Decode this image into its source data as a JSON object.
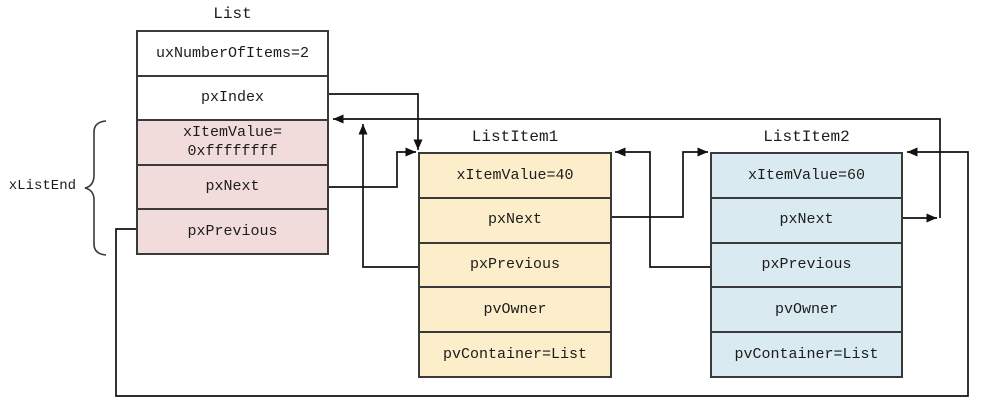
{
  "list": {
    "title": "List",
    "rows": [
      "uxNumberOfItems=2",
      "pxIndex",
      "xItemValue=\n0xffffffff",
      "pxNext",
      "pxPrevious"
    ]
  },
  "item1": {
    "title": "ListItem1",
    "rows": [
      "xItemValue=40",
      "pxNext",
      "pxPrevious",
      "pvOwner",
      "pvContainer=List"
    ]
  },
  "item2": {
    "title": "ListItem2",
    "rows": [
      "xItemValue=60",
      "pxNext",
      "pxPrevious",
      "pvOwner",
      "pvContainer=List"
    ]
  },
  "brace_label": "xListEnd",
  "colors": {
    "end_rows": "#F2DCDB",
    "item1_fill": "#FCEDCB",
    "item2_fill": "#DAEAF1",
    "line": "#111111",
    "border": "#3a3a3a"
  }
}
